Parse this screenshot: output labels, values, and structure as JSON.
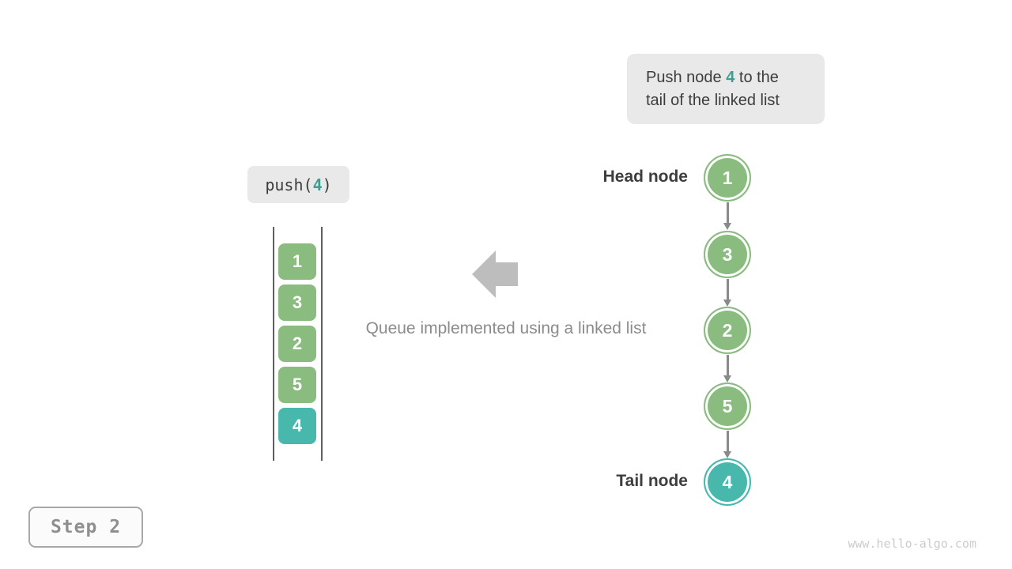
{
  "colors": {
    "green": "#8abc80",
    "teal": "#48b8ad",
    "highlight_text": "#3e9e93",
    "box_bg": "#e9e9e9",
    "text_dark": "#3d3d3d",
    "gray_text": "#8c8c8c",
    "arrow_gray": "#bdbdbd",
    "connector_gray": "#8a8a8a",
    "rail": "#5f5f5f",
    "step_border": "#a8a8a8",
    "step_bg": "#fbfbfb",
    "step_text": "#8f8f8f",
    "watermark": "#cccccc"
  },
  "callout": {
    "line1_prefix": "Push node ",
    "highlight": "4",
    "line1_suffix": " to the",
    "line2": "tail of the linked list"
  },
  "operation": {
    "prefix": "push(",
    "arg": "4",
    "suffix": ")"
  },
  "stack": {
    "items": [
      {
        "value": "1",
        "highlight": false
      },
      {
        "value": "3",
        "highlight": false
      },
      {
        "value": "2",
        "highlight": false
      },
      {
        "value": "5",
        "highlight": false
      },
      {
        "value": "4",
        "highlight": true
      }
    ]
  },
  "caption": "Queue implemented using a linked list",
  "linked_list": {
    "head_label": "Head node",
    "tail_label": "Tail node",
    "nodes": [
      {
        "value": "1",
        "highlight": false
      },
      {
        "value": "3",
        "highlight": false
      },
      {
        "value": "2",
        "highlight": false
      },
      {
        "value": "5",
        "highlight": false
      },
      {
        "value": "4",
        "highlight": true
      }
    ]
  },
  "step": {
    "label": "Step 2"
  },
  "watermark": "www.hello-algo.com"
}
